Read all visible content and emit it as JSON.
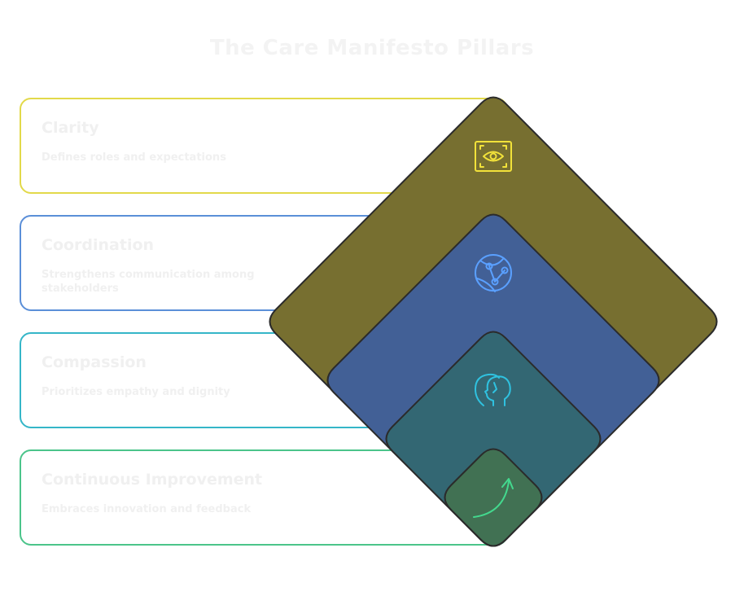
{
  "title": "The Care Manifesto Pillars",
  "pillars": [
    {
      "label": "Clarity",
      "description": "Defines roles and expectations",
      "border_color": "#e2d94a",
      "fill_color": "#776f30",
      "icon": "eye-focus-icon",
      "icon_color": "#f2e23a"
    },
    {
      "label": "Coordination",
      "description": "Strengthens communication among stakeholders",
      "border_color": "#5b8fd8",
      "fill_color": "#426096",
      "icon": "network-globe-icon",
      "icon_color": "#5aa0ff"
    },
    {
      "label": "Compassion",
      "description": "Prioritizes empathy and dignity",
      "border_color": "#35b6c8",
      "fill_color": "#336773",
      "icon": "two-faces-icon",
      "icon_color": "#2fc2e0"
    },
    {
      "label": "Continuous Improvement",
      "description": "Embraces innovation and feedback",
      "border_color": "#4bc48a",
      "fill_color": "#417153",
      "icon": "rising-arrow-icon",
      "icon_color": "#43d98e"
    }
  ]
}
